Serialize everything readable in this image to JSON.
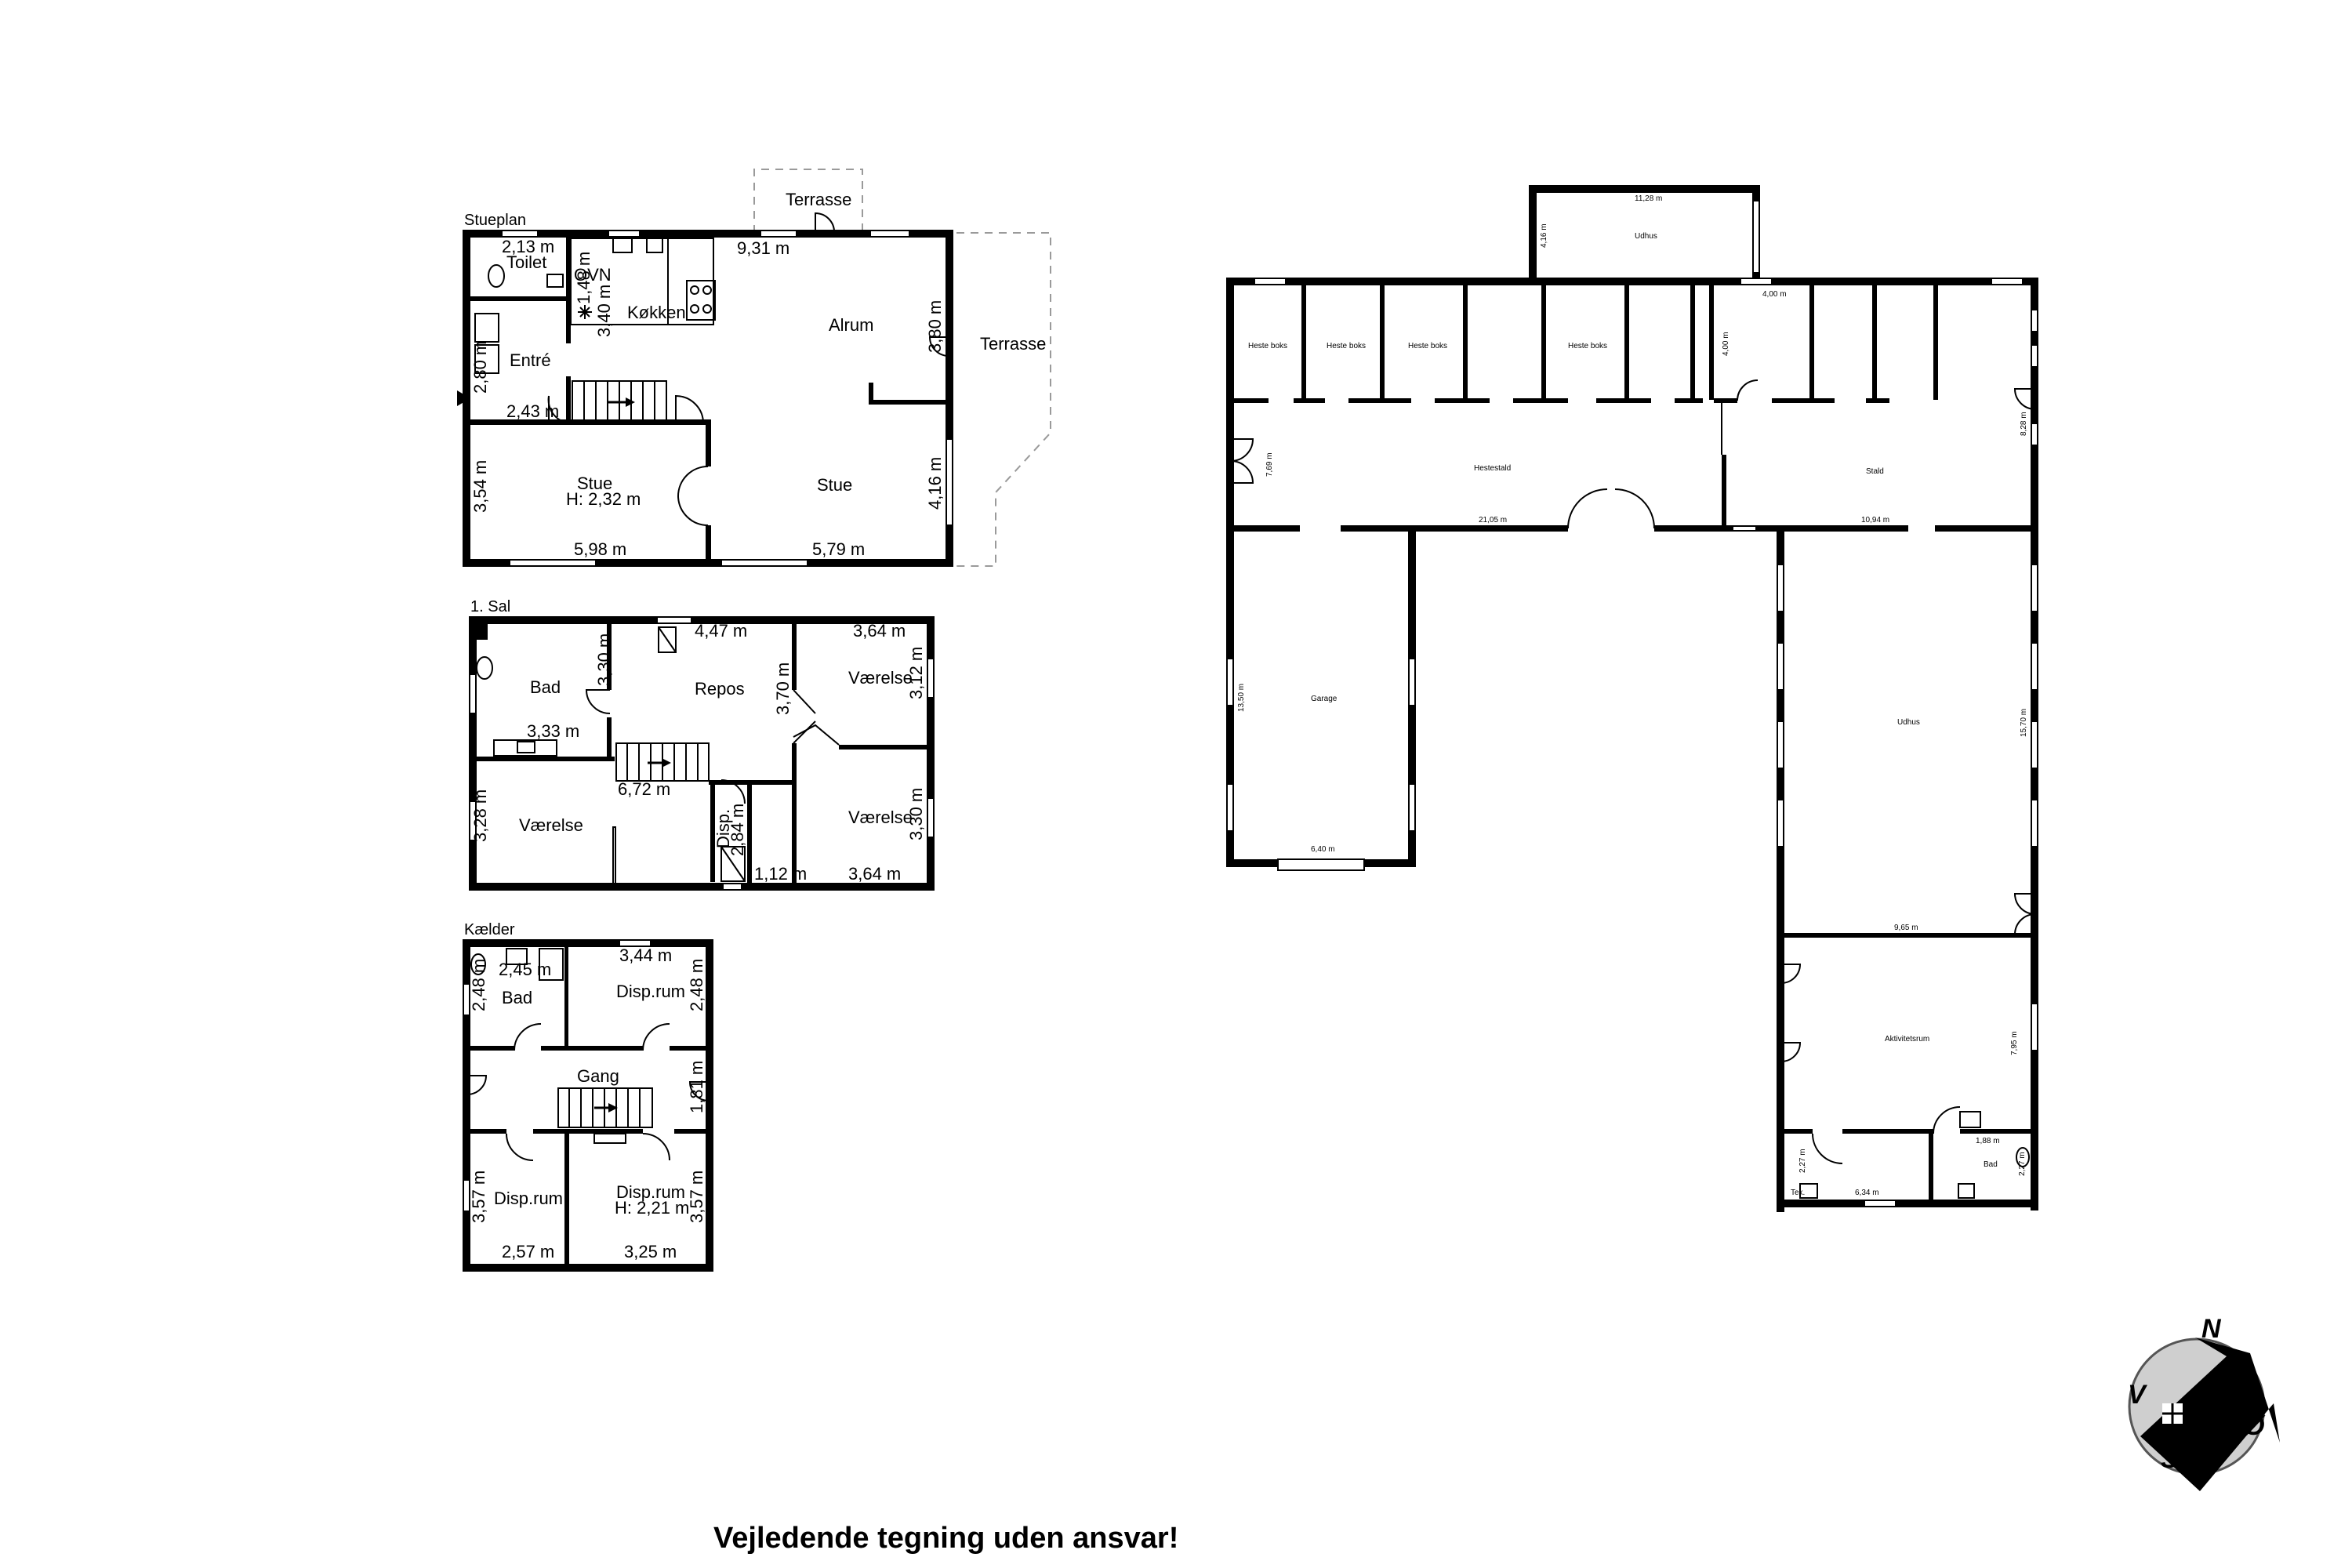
{
  "floors": {
    "ground": "Stueplan",
    "first": "1. Sal",
    "basement": "Kælder"
  },
  "ground": {
    "rooms": {
      "terrace_top": "Terrasse",
      "terrace_right": "Terrasse",
      "toilet": "Toilet",
      "oven": "OVN",
      "kitchen": "Køkken",
      "entry": "Entré",
      "alrum": "Alrum",
      "stue_left": "Stue",
      "stue_left_h": "H: 2,32 m",
      "stue_right": "Stue"
    },
    "dims": {
      "toilet_w": "2,13 m",
      "toilet_h": "1,48 m",
      "kitchen_h": "3,40 m",
      "top_w": "9,31 m",
      "alrum_h": "3,80 m",
      "entry_h": "2,80 m",
      "entry_w": "2,43 m",
      "stue_h": "3,54 m",
      "stue_left_w": "5,98 m",
      "stue_right_w": "5,79 m",
      "stue_right_h": "4,16 m"
    }
  },
  "first": {
    "rooms": {
      "bath": "Bad",
      "repos": "Repos",
      "room_tr": "Værelse",
      "room_bl": "Værelse",
      "room_br": "Værelse",
      "disp": "Disp."
    },
    "dims": {
      "repos_w": "4,47 m",
      "room_tr_w": "3,64 m",
      "bath_h": "3,30 m",
      "repos_h": "3,70 m",
      "room_tr_h": "3,12 m",
      "bath_w": "3,33 m",
      "mid_w": "6,72 m",
      "room_bl_h": "3,28 m",
      "disp_h": "2,84 m",
      "room_br_h": "3,30 m",
      "disp_w": "1,12 m",
      "room_br_w": "3,64 m"
    }
  },
  "basement": {
    "rooms": {
      "bath": "Bad",
      "disp1": "Disp.rum",
      "hall": "Gang",
      "disp2": "Disp.rum",
      "disp3": "Disp.rum",
      "disp3_h": "H: 2,21 m"
    },
    "dims": {
      "bath_w": "2,45 m",
      "disp1_w": "3,44 m",
      "bath_h": "2,48 m",
      "disp1_h": "2,48 m",
      "hall_h": "1,81 m",
      "disp2_h": "3,57 m",
      "disp3_h": "3,57 m",
      "disp2_w": "2,57 m",
      "disp3_w": "3,25 m"
    }
  },
  "outbuilding": {
    "rooms": {
      "udhus_top": "Udhus",
      "box1": "Heste boks",
      "box2": "Heste boks",
      "box3": "Heste boks",
      "box4": "Heste boks",
      "hestestald": "Hestestald",
      "stald": "Stald",
      "garage": "Garage",
      "udhus_big": "Udhus",
      "aktivitet": "Aktivitetsrum",
      "bad": "Bad",
      "tek": "Tek."
    },
    "dims": {
      "udhus_w": "11,28 m",
      "udhus_h": "4,16 m",
      "stald_box_w": "4,00 m",
      "stald_box_h": "4,00 m",
      "stald_h": "8,28 m",
      "hestestald_h": "7,69 m",
      "hestestald_w": "21,05 m",
      "stald_w": "10,94 m",
      "garage_h": "13,50 m",
      "garage_w": "6,40 m",
      "udhus_big_h": "15,70 m",
      "udhus_big_w": "9,65 m",
      "aktivitet_h": "7,95 m",
      "bad_w": "1,88 m",
      "tek_h": "2,27 m",
      "bad_h": "2,27 m",
      "tek_w": "6,34 m"
    }
  },
  "compass": {
    "n": "N",
    "v": "V",
    "o": "Ø",
    "s": "S"
  },
  "disclaimer": "Vejledende tegning uden ansvar!"
}
